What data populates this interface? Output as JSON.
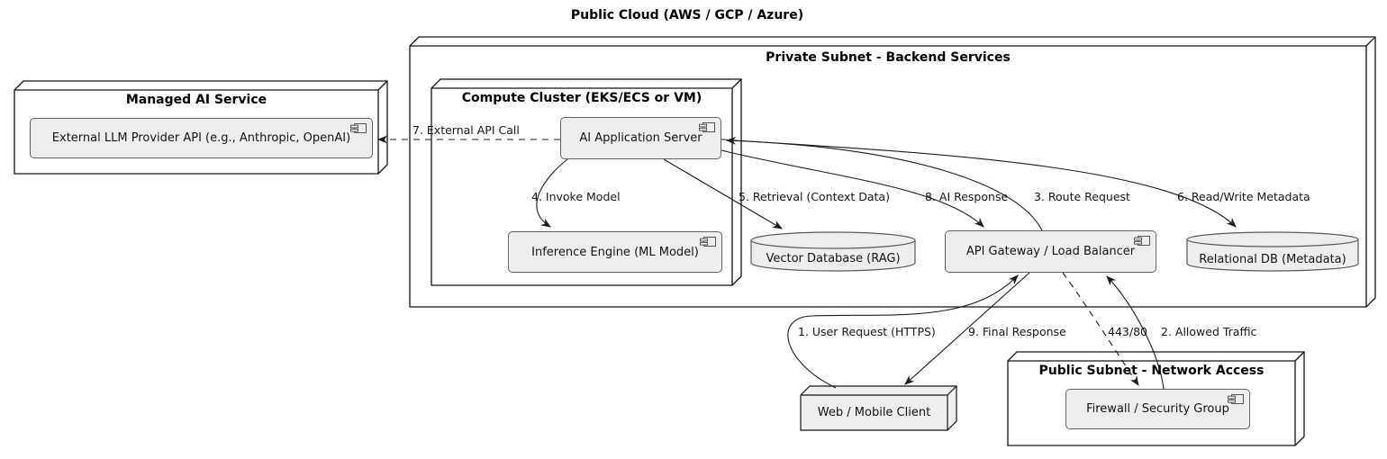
{
  "diagram": {
    "title": "Public Cloud (AWS / GCP / Azure)"
  },
  "nodes": {
    "managed_ai": {
      "title": "Managed AI Service"
    },
    "private_subnet": {
      "title": "Private Subnet - Backend Services"
    },
    "compute_cluster": {
      "title": "Compute Cluster (EKS/ECS or VM)"
    },
    "public_subnet": {
      "title": "Public Subnet - Network Access"
    },
    "client": {
      "label": "Web / Mobile Client"
    }
  },
  "components": {
    "external_llm": {
      "label": "External LLM Provider API (e.g., Anthropic, OpenAI)"
    },
    "ai_app_server": {
      "label": "AI Application Server"
    },
    "inference_engine": {
      "label": "Inference Engine (ML Model)"
    },
    "api_gateway": {
      "label": "API Gateway / Load Balancer"
    },
    "firewall": {
      "label": "Firewall / Security Group"
    }
  },
  "databases": {
    "vector_db": {
      "label": "Vector Database (RAG)"
    },
    "relational_db": {
      "label": "Relational DB (Metadata)"
    }
  },
  "edges": {
    "e1": {
      "label": "1. User Request (HTTPS)"
    },
    "e2": {
      "label": "2. Allowed Traffic"
    },
    "e3": {
      "label": "3. Route Request"
    },
    "e4": {
      "label": "4. Invoke Model"
    },
    "e5": {
      "label": "5. Retrieval (Context Data)"
    },
    "e6": {
      "label": "6. Read/Write Metadata"
    },
    "e7": {
      "label": "7. External API Call"
    },
    "e8": {
      "label": "8. AI Response"
    },
    "e9": {
      "label": "9. Final Response"
    },
    "e443": {
      "label": "443/80"
    }
  },
  "colors": {
    "background": "#FFFFFF",
    "node_fill": "#FFFFFF",
    "node_border": "#141414",
    "component_fill": "#EEEEEE",
    "component_border": "#636363",
    "line": "#1C1C1C",
    "text": "#111111"
  }
}
